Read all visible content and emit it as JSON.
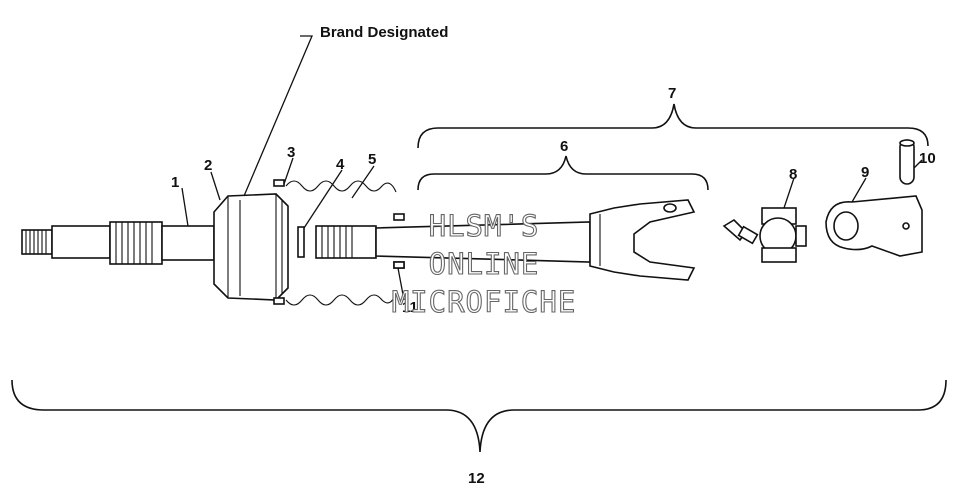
{
  "callouts": {
    "brand": "Brand Designated",
    "c1": "1",
    "c2": "2",
    "c3": "3",
    "c4": "4",
    "c5": "5",
    "c6": "6",
    "c7": "7",
    "c8": "8",
    "c9": "9",
    "c10": "10",
    "c11": "11",
    "c12": "12"
  },
  "watermark": {
    "line1": "HLSM'S",
    "line2": "ONLINE",
    "line3": "MICROFICHE"
  }
}
